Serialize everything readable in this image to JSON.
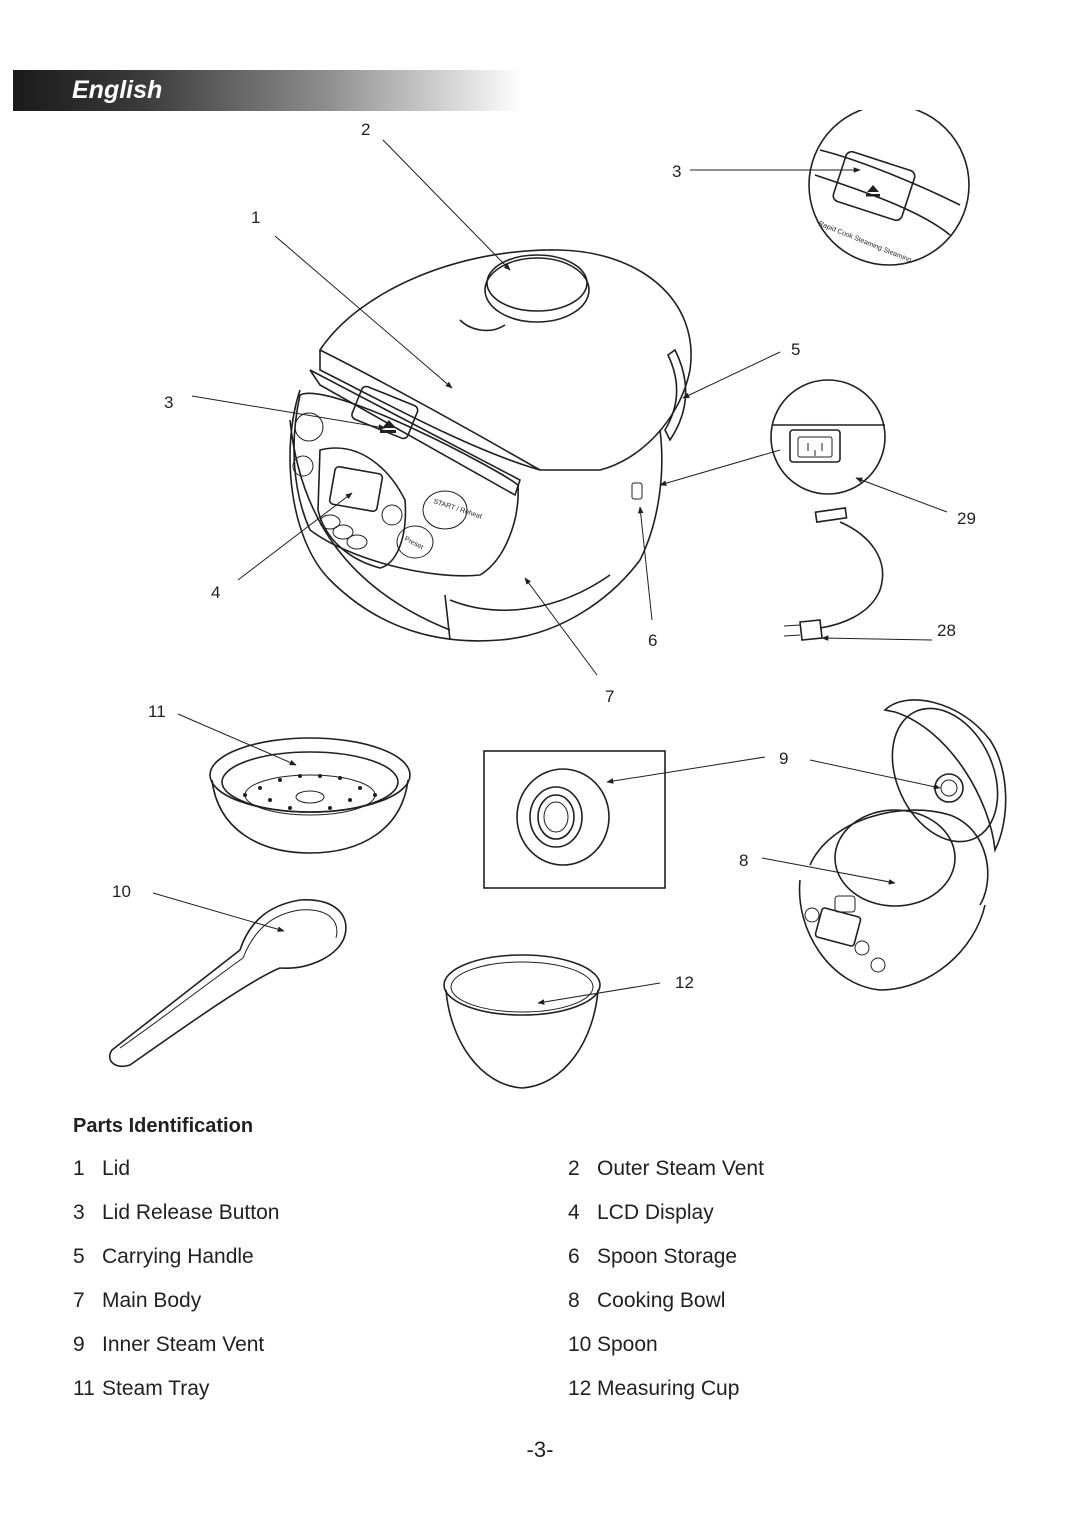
{
  "header": {
    "language": "English"
  },
  "callouts": [
    "1",
    "2",
    "3",
    "3",
    "4",
    "5",
    "6",
    "7",
    "8",
    "9",
    "10",
    "11",
    "12",
    "28",
    "29"
  ],
  "panel_labels": {
    "start_reheat": "START / Reheat",
    "preset": "Preset",
    "inset_buttons": "Rapid Cook Steaming Steaming"
  },
  "section_title": "Parts Identification",
  "parts": [
    {
      "num": "1",
      "name": "Lid"
    },
    {
      "num": "2",
      "name": "Outer Steam Vent"
    },
    {
      "num": "3",
      "name": "Lid Release Button"
    },
    {
      "num": "4",
      "name": "LCD Display"
    },
    {
      "num": "5",
      "name": "Carrying Handle"
    },
    {
      "num": "6",
      "name": "Spoon Storage"
    },
    {
      "num": "7",
      "name": "Main Body"
    },
    {
      "num": "8",
      "name": "Cooking Bowl"
    },
    {
      "num": "9",
      "name": "Inner Steam Vent"
    },
    {
      "num": "10",
      "name": "Spoon"
    },
    {
      "num": "11",
      "name": "Steam Tray"
    },
    {
      "num": "12",
      "name": "Measuring Cup"
    }
  ],
  "page_number": "-3-"
}
